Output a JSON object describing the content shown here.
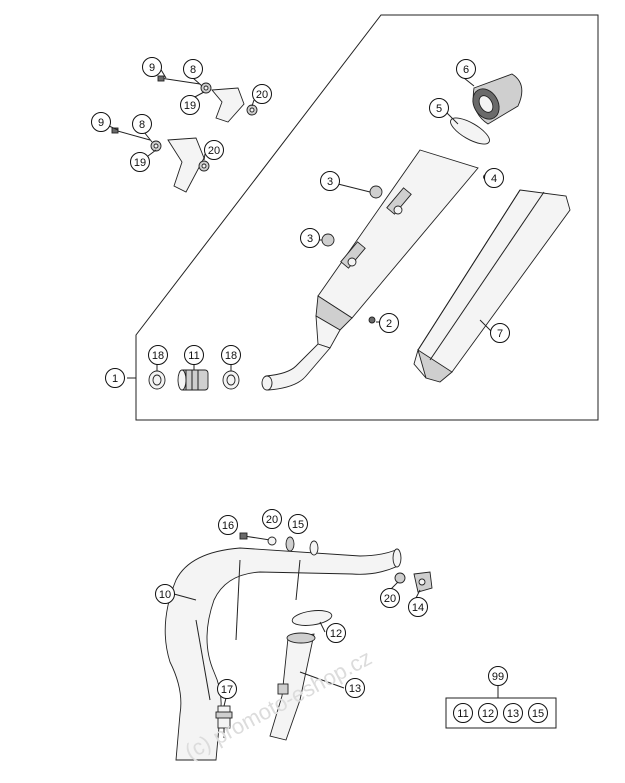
{
  "callouts": {
    "c1": "1",
    "c2": "2",
    "c3a": "3",
    "c3b": "3",
    "c4": "4",
    "c5": "5",
    "c6": "6",
    "c7": "7",
    "c8a": "8",
    "c8b": "8",
    "c9a": "9",
    "c9b": "9",
    "c10": "10",
    "c11a": "11",
    "c12": "12",
    "c13": "13",
    "c14": "14",
    "c15": "15",
    "c16": "16",
    "c17": "17",
    "c18a": "18",
    "c18b": "18",
    "c19a": "19",
    "c19b": "19",
    "c20a": "20",
    "c20b": "20",
    "c20c": "20",
    "c20d": "20",
    "c99": "99"
  },
  "kit": {
    "items": [
      "11",
      "12",
      "13",
      "15"
    ]
  },
  "watermark": "(c) promoto-eshop.cz"
}
